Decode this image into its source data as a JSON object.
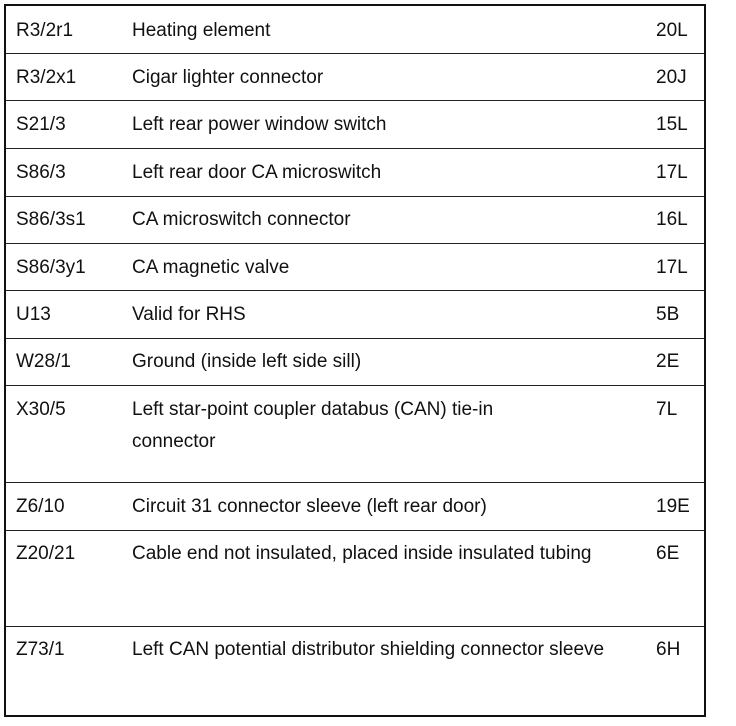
{
  "rows": [
    {
      "code": "R3/2r1",
      "description": "Heating element",
      "ref": "20L"
    },
    {
      "code": "R3/2x1",
      "description": "Cigar lighter connector",
      "ref": "20J"
    },
    {
      "code": "S21/3",
      "description": "Left rear power window switch",
      "ref": "15L"
    },
    {
      "code": "S86/3",
      "description": "Left rear door CA microswitch",
      "ref": "17L"
    },
    {
      "code": "S86/3s1",
      "description": "CA microswitch connector",
      "ref": "16L"
    },
    {
      "code": "S86/3y1",
      "description": "CA magnetic valve",
      "ref": "17L"
    },
    {
      "code": "U13",
      "description": "Valid for RHS",
      "ref": "5B"
    },
    {
      "code": "W28/1",
      "description": "Ground (inside left side sill)",
      "ref": "2E"
    },
    {
      "code": "X30/5",
      "description": "Left star-point coupler databus (CAN) tie-in connector",
      "ref": "7L"
    },
    {
      "code": "Z6/10",
      "description": "Circuit 31 connector sleeve (left rear door)",
      "ref": "19E"
    },
    {
      "code": "Z20/21",
      "description": "Cable end not insulated, placed inside insulated tubing",
      "ref": "6E"
    },
    {
      "code": "Z73/1",
      "description": "Left CAN potential distributor shielding connector sleeve",
      "ref": "6H"
    }
  ]
}
